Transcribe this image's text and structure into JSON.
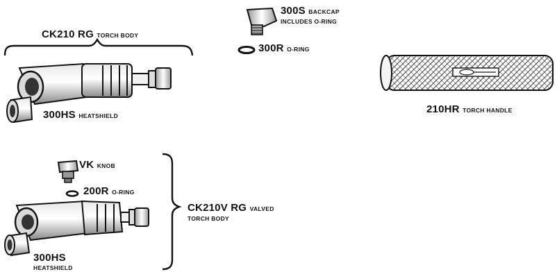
{
  "parts": {
    "backcap": {
      "code": "300S",
      "name": "BACKCAP",
      "note": "INCLUDES O-RING"
    },
    "oring_300r": {
      "code": "300R",
      "name": "O-RING"
    },
    "torch_body": {
      "code": "CK210 RG",
      "name": "TORCH BODY"
    },
    "heatshield_top": {
      "code": "300HS",
      "name": "HEATSHIELD"
    },
    "torch_handle": {
      "code": "210HR",
      "name": "TORCH HANDLE"
    },
    "vk_knob": {
      "code": "VK",
      "name": "KNOB"
    },
    "oring_200r": {
      "code": "200R",
      "name": "O-RING"
    },
    "valved_body": {
      "code": "CK210V RG",
      "name": "VALVED",
      "line2": "TORCH BODY"
    },
    "heatshield_bottom": {
      "code": "300HS",
      "name": "HEATSHIELD"
    }
  }
}
